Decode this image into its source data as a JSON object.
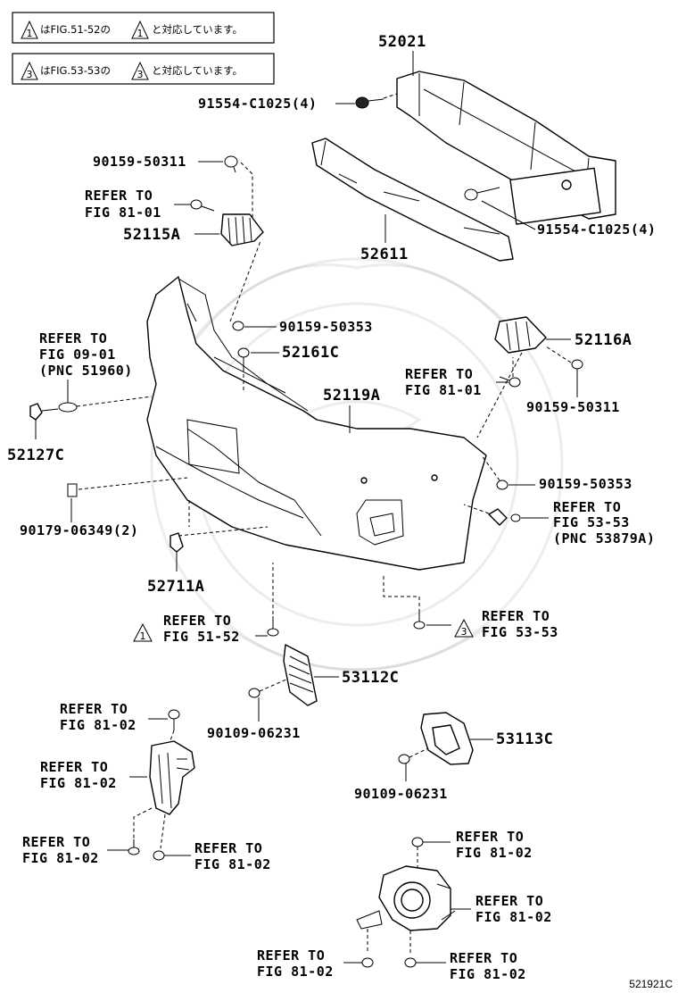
{
  "notes": [
    {
      "num": "1",
      "text": "はFIG.51-52の",
      "num2": "1",
      "text2": "と対応しています。"
    },
    {
      "num": "3",
      "text": "はFIG.53-53の",
      "num2": "3",
      "text2": "と対応しています。"
    }
  ],
  "parts": {
    "p52021": "52021",
    "p91554a": "91554-C1025(4)",
    "p91554b": "91554-C1025(4)",
    "p90159_50311a": "90159-50311",
    "p52115A": "52115A",
    "p52611": "52611",
    "p90159_50353a": "90159-50353",
    "p52161C": "52161C",
    "p52116A": "52116A",
    "p90159_50311b": "90159-50311",
    "p52119A": "52119A",
    "p52127C": "52127C",
    "p90159_50353b": "90159-50353",
    "p90179": "90179-06349(2)",
    "p52711A": "52711A",
    "p53112C": "53112C",
    "p90109a": "90109-06231",
    "p53113C": "53113C",
    "p90109b": "90109-06231"
  },
  "refers": {
    "r81_01a": [
      "REFER TO",
      "FIG 81-01"
    ],
    "r09_01": [
      "REFER TO",
      "FIG 09-01",
      "(PNC 51960)"
    ],
    "r81_01b": [
      "REFER TO",
      "FIG 81-01"
    ],
    "r53_53a": [
      "REFER TO",
      "FIG 53-53",
      "(PNC 53879A)"
    ],
    "r51_52": [
      "REFER TO",
      "FIG 51-52"
    ],
    "r53_53b": [
      "REFER TO",
      "FIG 53-53"
    ],
    "r81_02a": [
      "REFER TO",
      "FIG 81-02"
    ],
    "r81_02b": [
      "REFER TO",
      "FIG 81-02"
    ],
    "r81_02c": [
      "REFER TO",
      "FIG 81-02"
    ],
    "r81_02d": [
      "REFER TO",
      "FIG 81-02"
    ],
    "r81_02e": [
      "REFER TO",
      "FIG 81-02"
    ],
    "r81_02f": [
      "REFER TO",
      "FIG 81-02"
    ],
    "r81_02g": [
      "REFER TO",
      "FIG 81-02"
    ],
    "r81_02h": [
      "REFER TO",
      "FIG 81-02"
    ]
  },
  "triangle_marks": {
    "t1": "1",
    "t3": "3"
  },
  "figure_code": "521921C"
}
